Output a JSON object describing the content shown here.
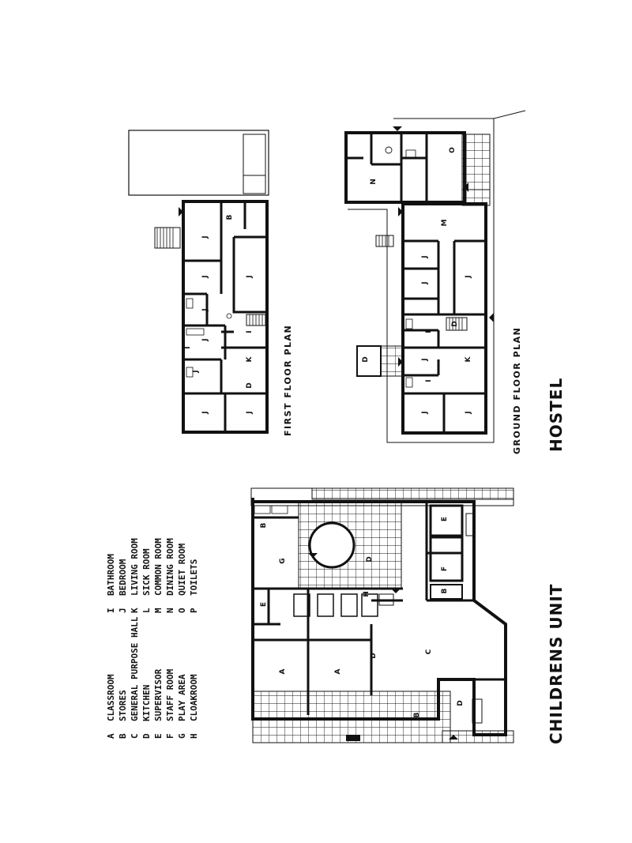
{
  "titles": {
    "hostel": "HOSTEL",
    "childrens_unit": "CHILDRENS UNIT",
    "first_floor_plan": "FIRST FLOOR PLAN",
    "ground_floor_plan": "GROUND FLOOR PLAN"
  },
  "legend": {
    "left_column": [
      {
        "key": "A",
        "label": "CLASSROOM"
      },
      {
        "key": "B",
        "label": "STORES"
      },
      {
        "key": "C",
        "label": "GENERAL PURPOSE HALL"
      },
      {
        "key": "D",
        "label": "KITCHEN"
      },
      {
        "key": "E",
        "label": "SUPERVISOR"
      },
      {
        "key": "F",
        "label": "STAFF ROOM"
      },
      {
        "key": "G",
        "label": "PLAY AREA"
      },
      {
        "key": "H",
        "label": "CLOAKROOM"
      }
    ],
    "right_column": [
      {
        "key": "I",
        "label": "BATHROOM"
      },
      {
        "key": "J",
        "label": "BEDROOM"
      },
      {
        "key": "K",
        "label": "LIVING ROOM"
      },
      {
        "key": "L",
        "label": "SICK ROOM"
      },
      {
        "key": "M",
        "label": "COMMON ROOM"
      },
      {
        "key": "N",
        "label": "DINING ROOM"
      },
      {
        "key": "O",
        "label": "QUIET ROOM"
      },
      {
        "key": "P",
        "label": "TOILETS"
      }
    ]
  },
  "room_labels": {
    "first_floor": [
      "J",
      "J",
      "B",
      "J",
      "J",
      "J",
      "K",
      "J",
      "J",
      "D",
      "J",
      "I",
      "I"
    ],
    "ground_floor": [
      "N",
      "O",
      "D",
      "M",
      "J",
      "J",
      "J",
      "J",
      "K",
      "J",
      "J",
      "D",
      "I",
      "I"
    ],
    "childrens_unit": [
      "E",
      "A",
      "A",
      "B",
      "C",
      "E",
      "F",
      "B",
      "D",
      "D",
      "D",
      "H",
      "G",
      "B"
    ]
  },
  "colors": {
    "ink": "#111111",
    "paper": "#ffffff"
  }
}
